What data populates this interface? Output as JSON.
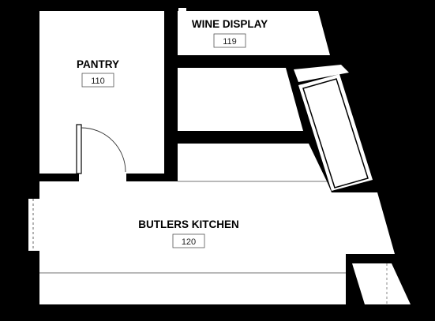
{
  "rooms": {
    "pantry": {
      "name": "PANTRY",
      "number": "110"
    },
    "wine_display": {
      "name": "WINE DISPLAY",
      "number": "119"
    },
    "butlers_kitchen": {
      "name": "BUTLERS KITCHEN",
      "number": "120"
    }
  },
  "colors": {
    "wall": "#000000",
    "floor": "#ffffff",
    "line": "#555555"
  }
}
